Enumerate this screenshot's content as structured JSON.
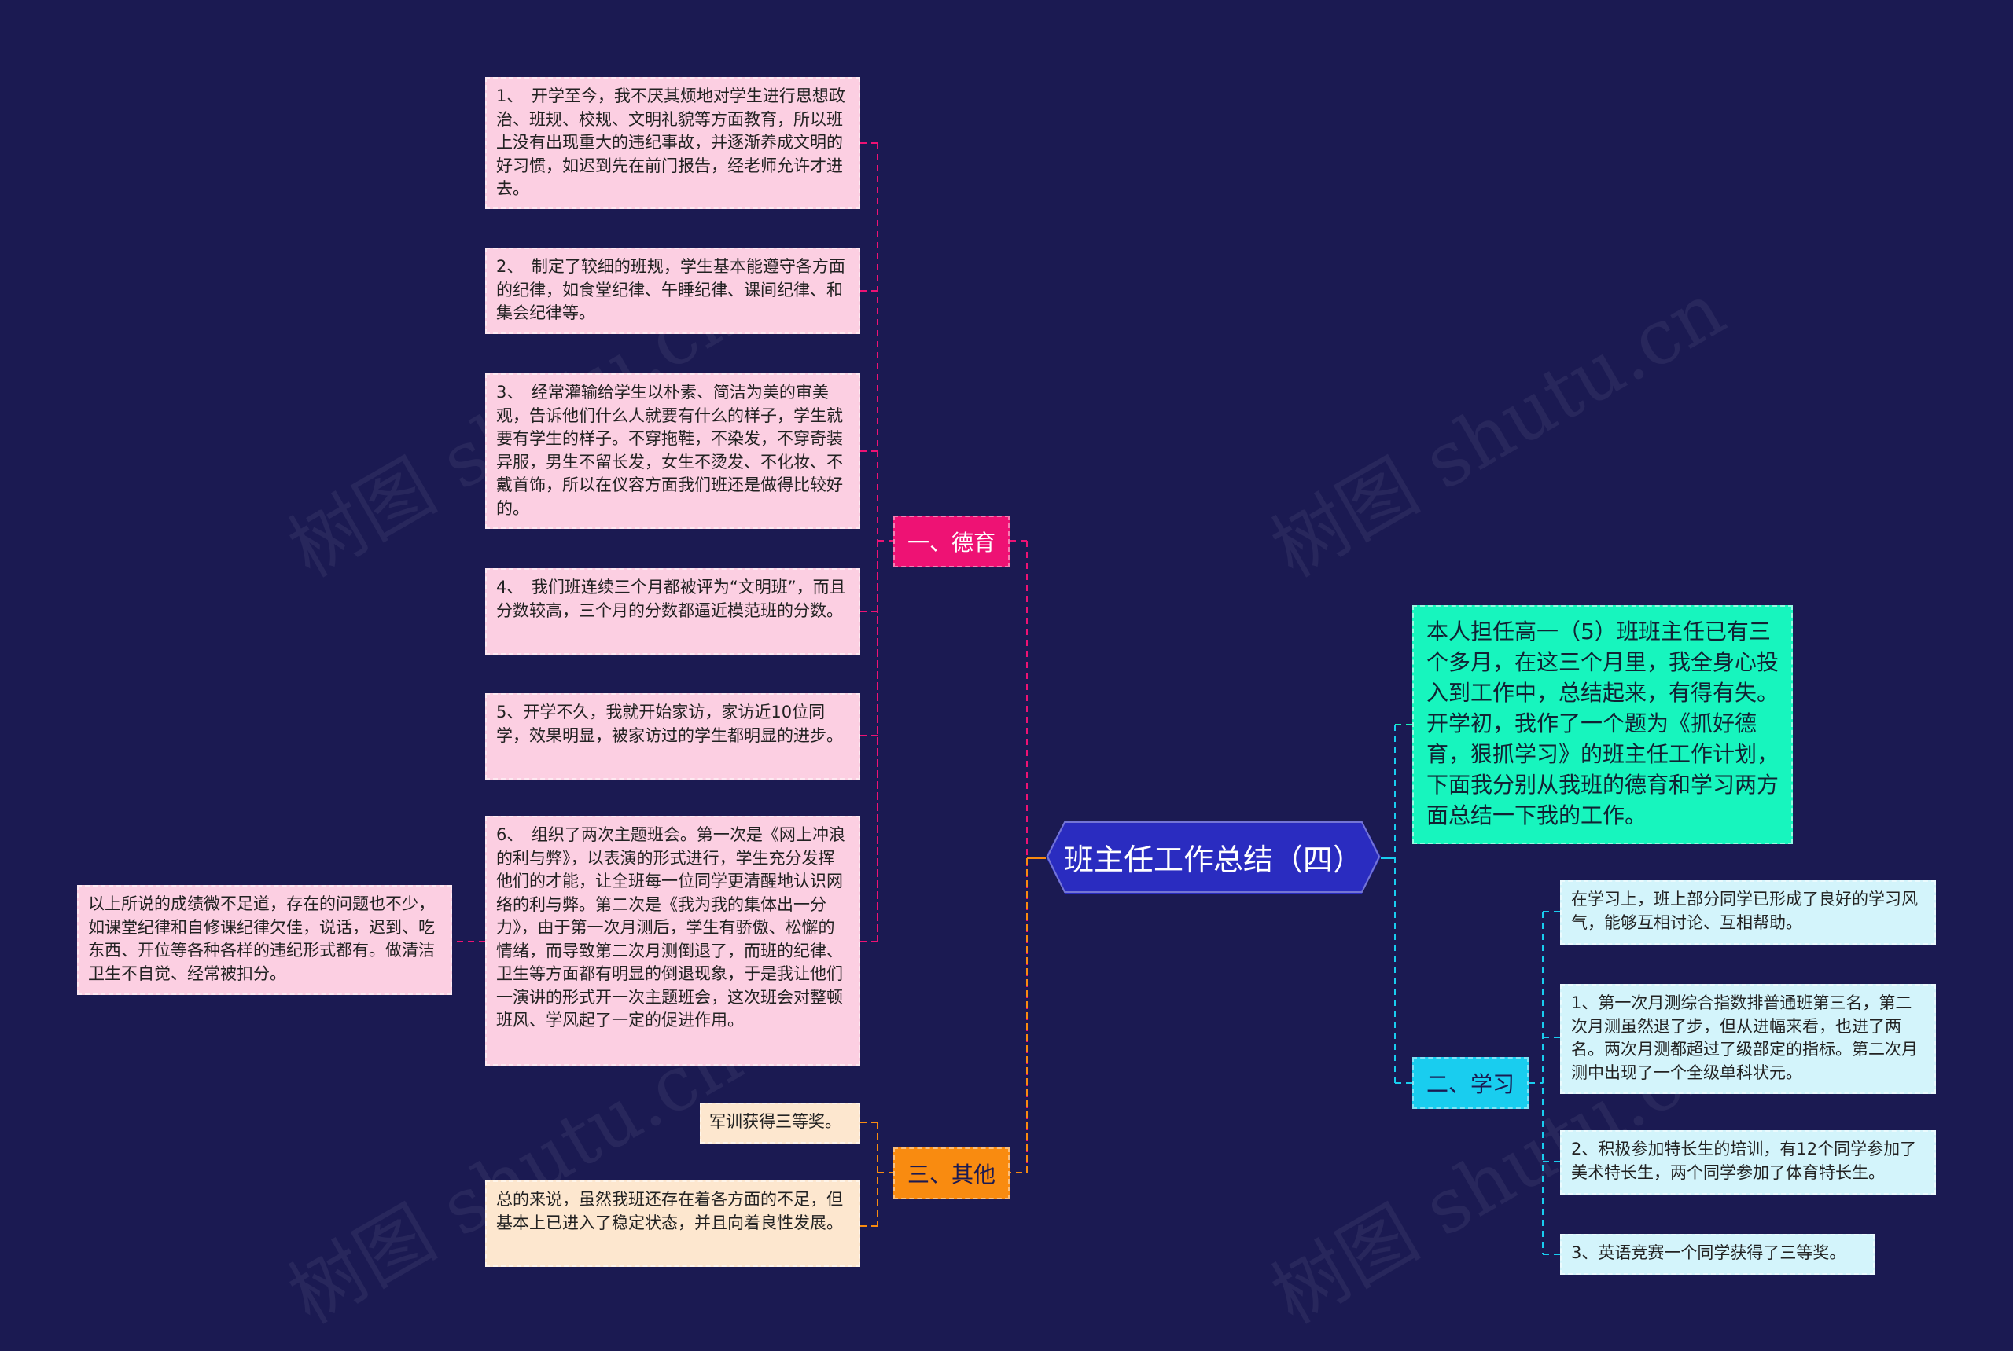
{
  "root": {
    "title": "班主任工作总结（四）"
  },
  "intro": "本人担任高一（5）班班主任已有三个多月，在这三个月里，我全身心投入到工作中，总结起来，有得有失。开学初，我作了一个题为《抓好德育，狠抓学习》的班主任工作计划，下面我分别从我班的德育和学习两方面总结一下我的工作。",
  "branches": {
    "deyu": {
      "label": "一、德育",
      "items": [
        "1、　开学至今，我不厌其烦地对学生进行思想政治、班规、校规、文明礼貌等方面教育，所以班上没有出现重大的违纪事故，并逐渐养成文明的好习惯，如迟到先在前门报告，经老师允许才进去。",
        "2、　制定了较细的班规，学生基本能遵守各方面的纪律，如食堂纪律、午睡纪律、课间纪律、和集会纪律等。",
        "3、　经常灌输给学生以朴素、简洁为美的审美观，告诉他们什么人就要有什么的样子，学生就要有学生的样子。不穿拖鞋，不染发，不穿奇装异服，男生不留长发，女生不烫发、不化妆、不戴首饰，所以在仪容方面我们班还是做得比较好的。",
        "4、　我们班连续三个月都被评为“文明班”，而且分数较高，三个月的分数都逼近模范班的分数。",
        "5、开学不久，我就开始家访，家访近10位同学，效果明显，被家访过的学生都明显的进步。",
        "6、　组织了两次主题班会。第一次是《网上冲浪的利与弊》，以表演的形式进行，学生充分发挥他们的才能，让全班每一位同学更清醒地认识网络的利与弊。第二次是《我为我的集体出一分力》，由于第一次月测后，学生有骄傲、松懈的情绪，而导致第二次月测倒退了，而班的纪律、卫生等方面都有明显的倒退现象，于是我让他们一演讲的形式开一次主题班会，这次班会对整顿班风、学风起了一定的促进作用。"
      ],
      "sub": "以上所说的成绩微不足道，存在的问题也不少，如课堂纪律和自修课纪律欠佳，说话，迟到、吃东西、开位等各种各样的违纪形式都有。做清洁卫生不自觉、经常被扣分。"
    },
    "xuexi": {
      "label": "二、学习",
      "items": [
        "在学习上，班上部分同学已形成了良好的学习风气，能够互相讨论、互相帮助。",
        "1、第一次月测综合指数排普通班第三名，第二次月测虽然退了步，但从进幅来看，也进了两名。两次月测都超过了级部定的指标。第二次月测中出现了一个全级单科状元。",
        "2、积极参加特长生的培训，有12个同学参加了美术特长生，两个同学参加了体育特长生。",
        "3、英语竞赛一个同学获得了三等奖。"
      ]
    },
    "qita": {
      "label": "三、其他",
      "items": [
        "军训获得三等奖。",
        "总的来说，虽然我班还存在着各方面的不足，但基本上已进入了稳定状态，并且向着良性发展。"
      ]
    }
  },
  "watermark": "树图 shutu.cn",
  "colors": {
    "background": "#1b1a52",
    "root": "#2a2cc0",
    "deyu": "#ee1274",
    "xuexi": "#19cdef",
    "qita": "#f98b10",
    "intro": "#17f5be"
  }
}
